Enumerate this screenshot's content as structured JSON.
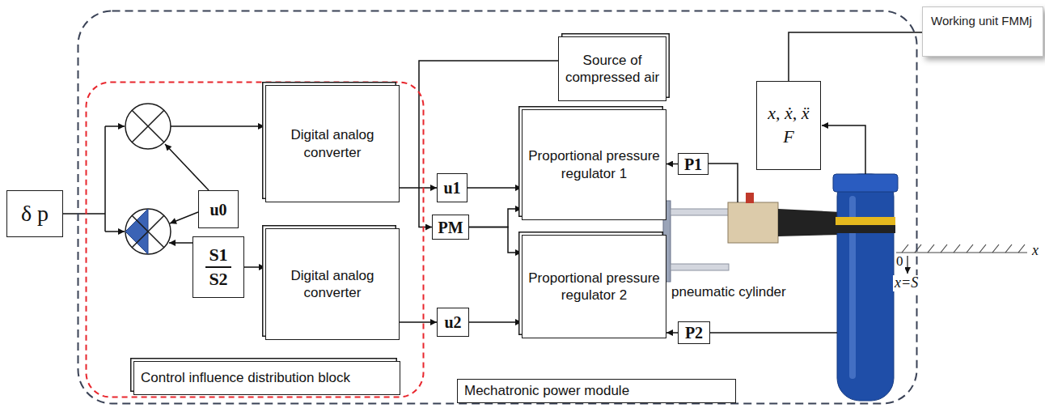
{
  "diagram": {
    "nodes": [
      {
        "text": [
          "δ p"
        ]
      },
      {
        "text": [
          "Mechatronic power module"
        ]
      },
      {
        "text": [
          "Control influence distribution block"
        ],
        "in": 1
      },
      {
        "text": [
          "u0"
        ],
        "in": 2
      },
      {
        "text": [
          "S1",
          "S2"
        ],
        "in": 2
      },
      {
        "text": [
          "Digital analog converter"
        ],
        "in": 2
      },
      {
        "text": [
          "Digital analog converter"
        ],
        "in": 2
      },
      {
        "text": [
          "Source of compressed air"
        ],
        "in": 1
      },
      {
        "text": [
          "u1"
        ],
        "in": 1
      },
      {
        "text": [
          "PM"
        ],
        "in": 1
      },
      {
        "text": [
          "u2"
        ],
        "in": 1
      },
      {
        "text": [
          "Proportional pressure regulator 1"
        ],
        "in": 1
      },
      {
        "text": [
          "Proportional pressure regulator 2"
        ],
        "in": 1
      },
      {
        "text": [
          "P1"
        ],
        "in": 1
      },
      {
        "text": [
          "P2"
        ],
        "in": 1
      },
      {
        "text": [
          "x, ẋ, ẍ",
          "F"
        ],
        "in": 1
      },
      {
        "text": [
          "Working unit FMMj"
        ]
      }
    ],
    "edges": [
      {
        "from": 4,
        "to": 6,
        "arrow": "to"
      },
      {
        "from": 5,
        "to": 8,
        "arrow": "to"
      },
      {
        "from": 6,
        "to": 10,
        "arrow": "to"
      },
      {
        "from": 8,
        "to": 11,
        "arrow": "to"
      },
      {
        "from": 10,
        "to": 12,
        "arrow": "to"
      },
      {
        "from": 7,
        "to": 9,
        "arrow": "to"
      },
      {
        "from": 9,
        "to": 11,
        "arrow": "to"
      },
      {
        "from": 9,
        "to": 12,
        "arrow": "to"
      },
      {
        "from": 13,
        "to": 11,
        "arrow": "to"
      },
      {
        "from": 14,
        "to": 12,
        "arrow": "to"
      },
      {
        "from": 15,
        "to": 16,
        "arrow": "none"
      }
    ],
    "labels": [
      "pneumatic cylinder",
      "0",
      "x=S",
      "x"
    ]
  }
}
